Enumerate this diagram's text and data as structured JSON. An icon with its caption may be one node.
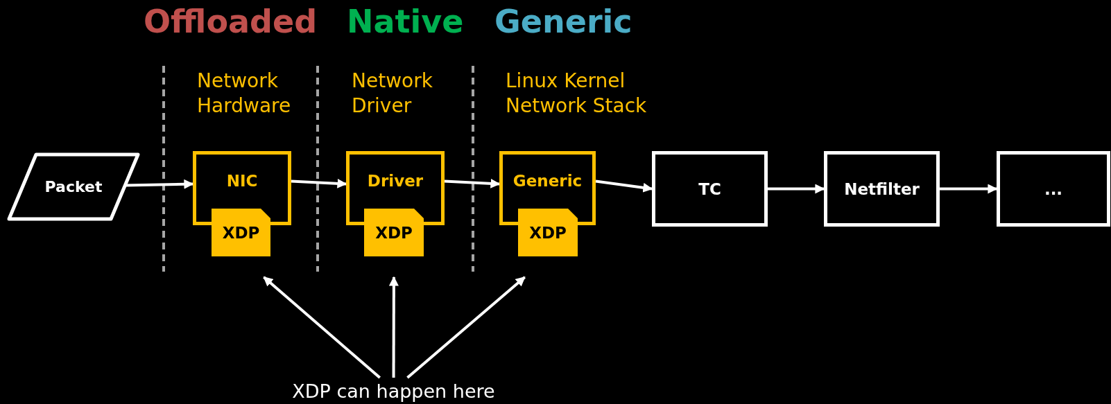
{
  "diagram": {
    "nodes": [
      {
        "text": [
          "Packet"
        ]
      },
      {
        "text": [
          "NIC"
        ]
      },
      {
        "text": [
          "XDP"
        ]
      },
      {
        "text": [
          "Driver"
        ]
      },
      {
        "text": [
          "XDP"
        ]
      },
      {
        "text": [
          "Generic"
        ]
      },
      {
        "text": [
          "XDP"
        ]
      },
      {
        "text": [
          "TC"
        ]
      },
      {
        "text": [
          "Netfilter"
        ]
      },
      {
        "text": [
          "..."
        ]
      },
      {
        "text": [
          "XDP can happen here"
        ]
      }
    ],
    "edges": [
      {
        "from": 0,
        "to": 1,
        "arrow": "to"
      },
      {
        "from": 1,
        "to": 3,
        "arrow": "to"
      },
      {
        "from": 3,
        "to": 5,
        "arrow": "to"
      },
      {
        "from": 5,
        "to": 7,
        "arrow": "to"
      },
      {
        "from": 7,
        "to": 8,
        "arrow": "to"
      },
      {
        "from": 8,
        "to": 9,
        "arrow": "to"
      },
      {
        "from": 10,
        "to": 2,
        "arrow": "to"
      },
      {
        "from": 10,
        "to": 4,
        "arrow": "to"
      },
      {
        "from": 10,
        "to": 6,
        "arrow": "to"
      }
    ],
    "labels": [
      "Offloaded",
      "Native",
      "Generic",
      "Network Hardware",
      "Network Driver",
      "Linux Kernel Network Stack"
    ]
  }
}
